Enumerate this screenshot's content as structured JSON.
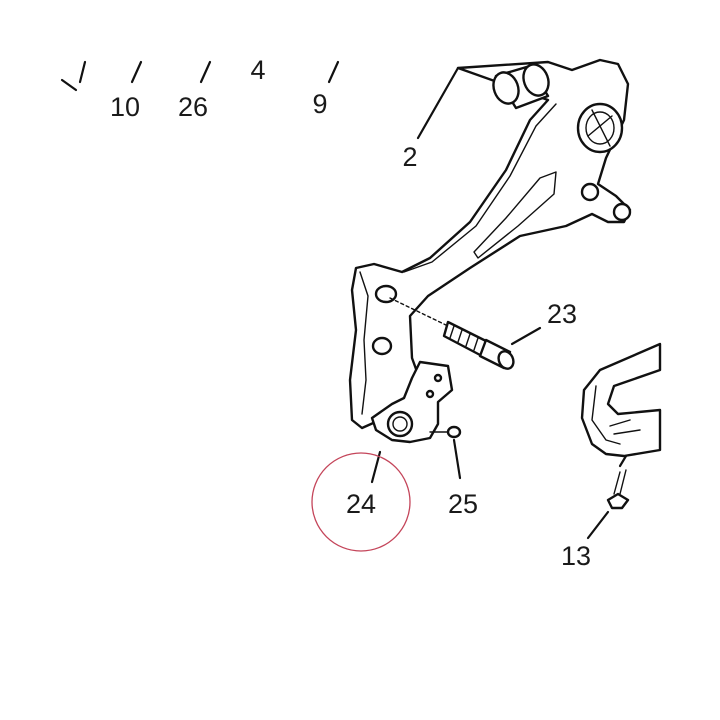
{
  "diagram": {
    "highlight_color": "#c4455a",
    "line_color": "#111111",
    "highlighted_part": "24",
    "callouts": [
      {
        "id": "callout-10",
        "text": "10"
      },
      {
        "id": "callout-26",
        "text": "26"
      },
      {
        "id": "callout-4",
        "text": "4"
      },
      {
        "id": "callout-9",
        "text": "9"
      },
      {
        "id": "callout-2",
        "text": "2"
      },
      {
        "id": "callout-23",
        "text": "23"
      },
      {
        "id": "callout-24",
        "text": "24"
      },
      {
        "id": "callout-25",
        "text": "25"
      },
      {
        "id": "callout-13",
        "text": "13"
      }
    ]
  }
}
